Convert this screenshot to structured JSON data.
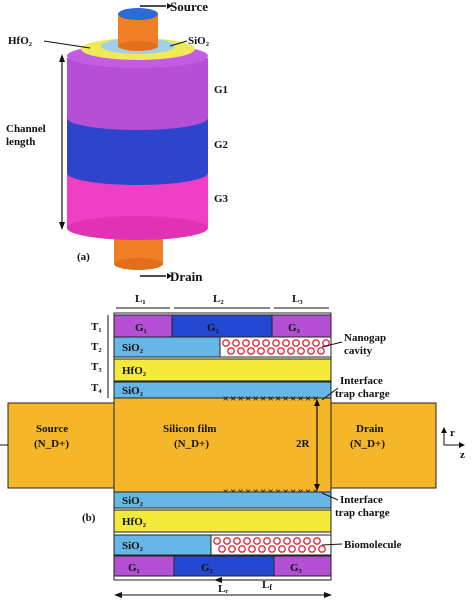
{
  "part_a": {
    "panel_label": "(a)",
    "source_label": "Source",
    "drain_label": "Drain",
    "hfo2_label": "HfO₂",
    "sio2_label": "SiO₂",
    "gate_labels": [
      "G1",
      "G2",
      "G3"
    ],
    "channel_label_line1": "Channel",
    "channel_label_line2": "length",
    "colors": {
      "source": "#f07e24",
      "drain": "#f07e24",
      "source_top": "#2a6bd8",
      "sio2": "#9fd0e8",
      "hfo2": "#eeea5a",
      "g1": "#b44fd6",
      "g2": "#2f44cc",
      "g3": "#ef3fc5"
    }
  },
  "part_b": {
    "panel_label": "(b)",
    "length_labels": {
      "L1": "L₁",
      "L2": "L₂",
      "L3": "L₃",
      "Lr": "Lᵣ",
      "Lf": "L_f"
    },
    "thickness_labels": {
      "T1": "T₁",
      "T2": "T₂",
      "T3": "T₃",
      "T4": "T₄"
    },
    "gate_top": [
      "G₁",
      "G₂",
      "G₃"
    ],
    "gate_bottom": [
      "G₁",
      "G₂",
      "G₃"
    ],
    "sio2": "SiO₂",
    "hfo2": "HfO₂",
    "source_line1": "Source",
    "source_line2": "(N_D+)",
    "silicon_line1": "Silicon film",
    "silicon_line2": "(N_D+)",
    "drain_line1": "Drain",
    "drain_line2": "(N_D+)",
    "radius_label": "2R",
    "nanogap_line1": "Nanogap",
    "nanogap_line2": "cavity",
    "interface_top_line1": "Interface",
    "interface_top_line2": "trap charge",
    "interface_bottom_line1": "Interface",
    "interface_bottom_line2": "trap charge",
    "biomolecule": "Biomolecule",
    "axis_r": "r",
    "axis_z": "z",
    "colors": {
      "film": "#f5b62a",
      "sio2": "#67b7e6",
      "hfo2": "#f4ea3c",
      "gate_outer": "#b450d4",
      "gate_mid": "#2548d2",
      "cavity": "#ffffff",
      "bio": "#e8283a",
      "trap": "#1a1a3a"
    }
  }
}
